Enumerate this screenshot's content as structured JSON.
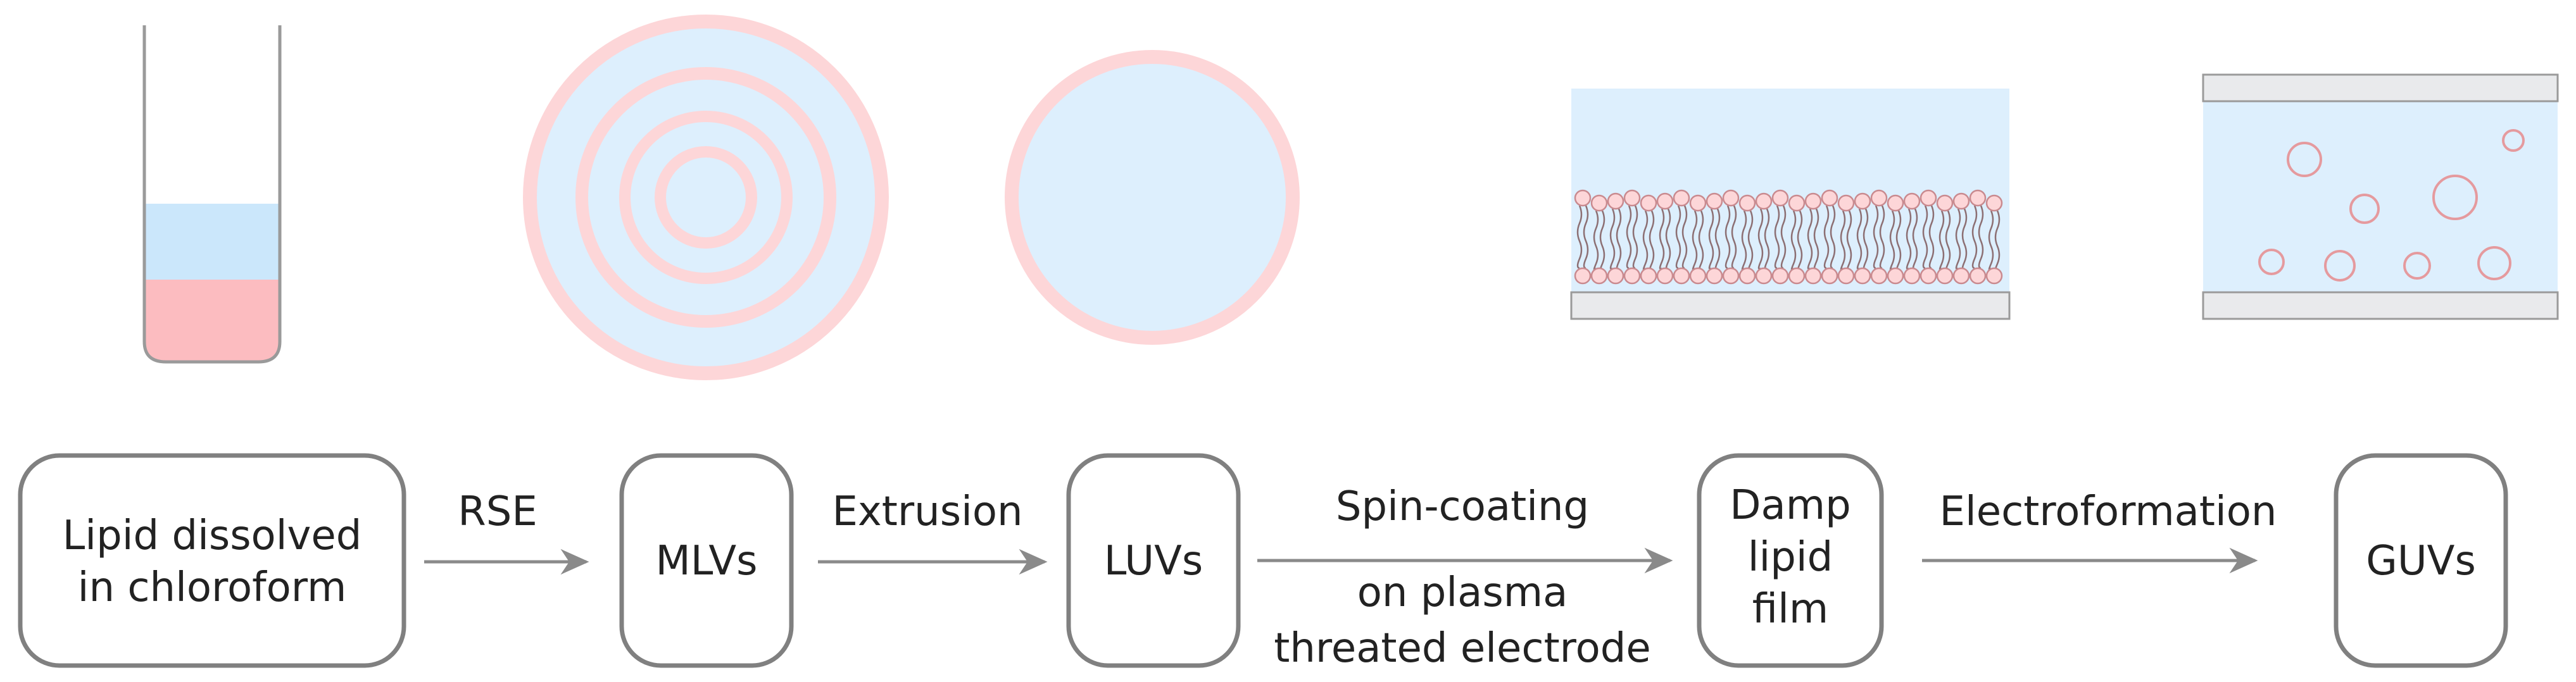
{
  "colors": {
    "lipid": "#fcbcc0",
    "lipid_light": "#fdd6d8",
    "water": "#ddeffd",
    "chloroform_top": "#cbe7fb",
    "outline": "#808080",
    "arrow": "#8a8a8a",
    "electrode": "#e9eaec",
    "text": "#222222"
  },
  "steps": [
    {
      "id": "lipid",
      "lines": [
        "Lipid dissolved",
        "in chloroform"
      ]
    },
    {
      "id": "mlvs",
      "lines": [
        "MLVs"
      ]
    },
    {
      "id": "luvs",
      "lines": [
        "LUVs"
      ]
    },
    {
      "id": "film",
      "lines": [
        "Damp",
        "lipid",
        "film"
      ]
    },
    {
      "id": "guvs",
      "lines": [
        "GUVs"
      ]
    }
  ],
  "arrows": [
    {
      "id": "rse",
      "above": [
        "RSE"
      ],
      "below": []
    },
    {
      "id": "extrusion",
      "above": [
        "Extrusion"
      ],
      "below": []
    },
    {
      "id": "spin",
      "above": [
        "Spin-coating"
      ],
      "below": [
        "on plasma",
        "threated electrode"
      ]
    },
    {
      "id": "electro",
      "above": [
        "Electroformation"
      ],
      "below": []
    }
  ]
}
